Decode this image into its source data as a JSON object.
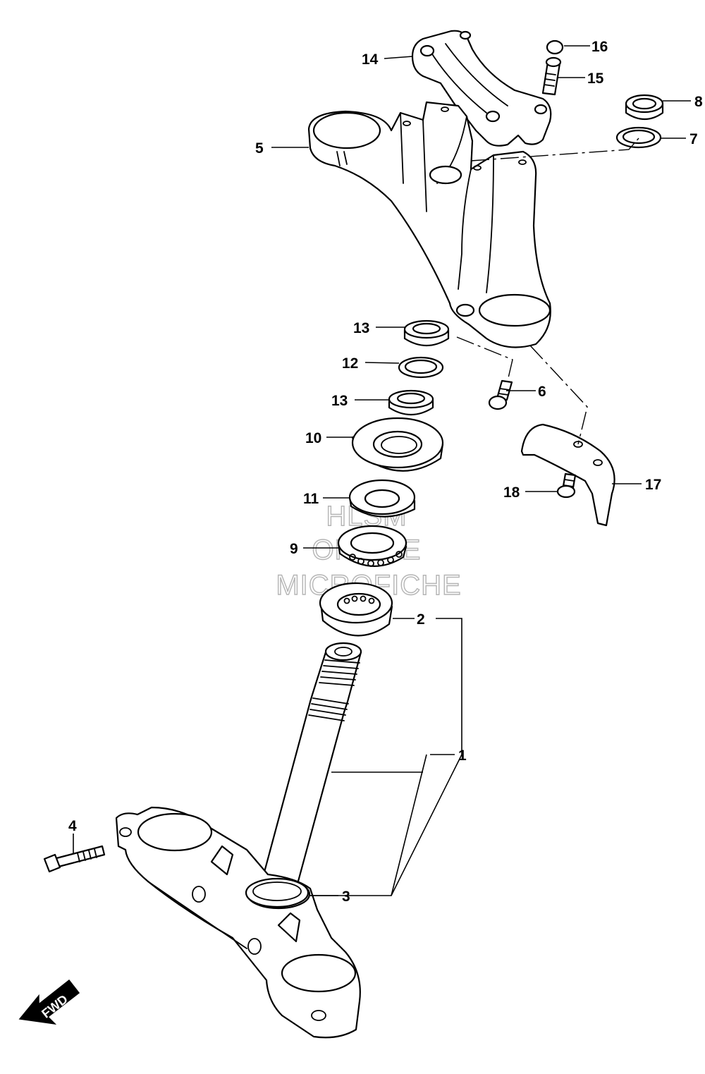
{
  "callouts": {
    "c1": "1",
    "c2": "2",
    "c3": "3",
    "c4": "4",
    "c5": "5",
    "c6": "6",
    "c7": "7",
    "c8": "8",
    "c9": "9",
    "c10": "10",
    "c11": "11",
    "c12": "12",
    "c13a": "13",
    "c13b": "13",
    "c14": "14",
    "c15": "15",
    "c16": "16",
    "c17": "17",
    "c18": "18"
  },
  "watermark": {
    "line1": "HLSM",
    "line2": "ONLINE",
    "line3": "MICROFICHE"
  },
  "fwd_label": "FWD",
  "colors": {
    "line": "#000000",
    "background": "#ffffff",
    "watermark": "#b4b4b4"
  }
}
